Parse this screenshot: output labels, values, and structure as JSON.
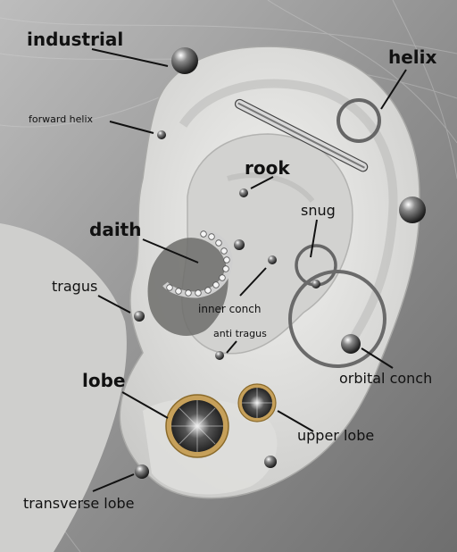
{
  "labels": {
    "industrial": "industrial",
    "helix": "helix",
    "forward_helix": "forward helix",
    "rook": "rook",
    "snug": "snug",
    "daith": "daith",
    "tragus": "tragus",
    "inner_conch": "inner conch",
    "anti_tragus": "anti tragus",
    "lobe": "lobe",
    "orbital_conch": "orbital conch",
    "upper_lobe": "upper lobe",
    "transverse_lobe": "transverse lobe"
  },
  "colors": {
    "background": "#9a9a9a",
    "skin": "#e3e3e1",
    "skin_shadow": "#b9b9b7",
    "ink": "#111111",
    "gold": "#c6a05a",
    "metal": "#5a5a5a"
  }
}
